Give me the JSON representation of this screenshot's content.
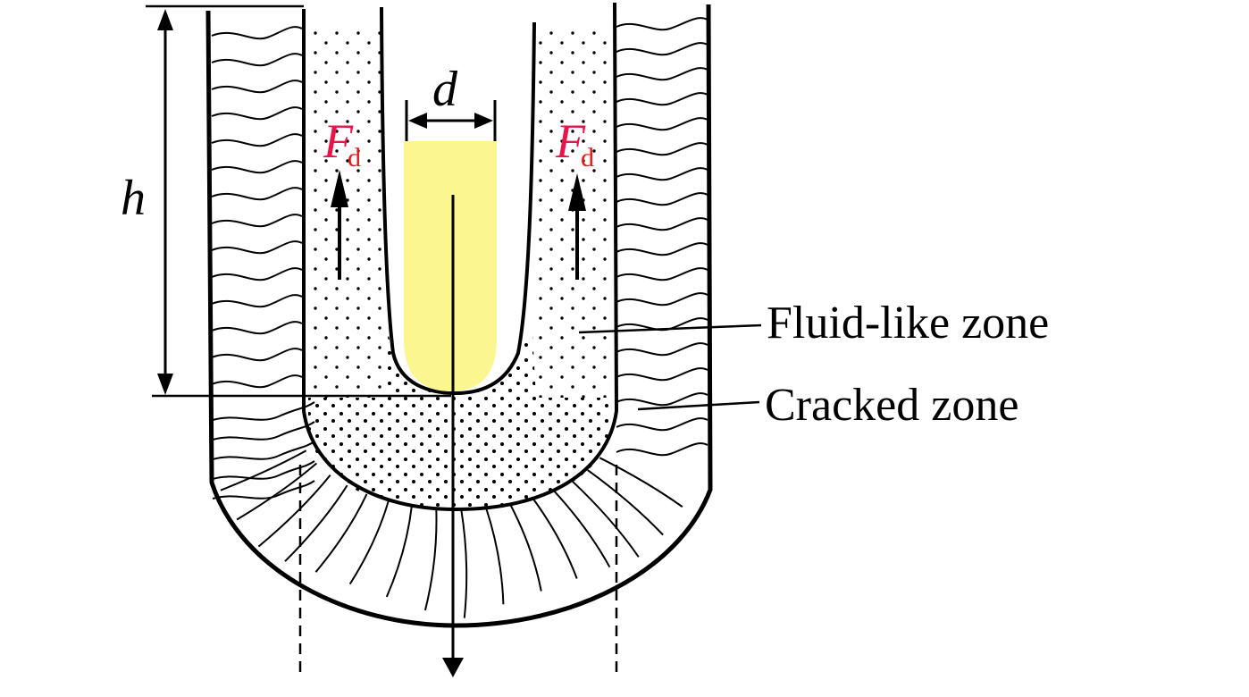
{
  "labels": {
    "h": "h",
    "d": "d",
    "force_main": "F",
    "force_sub": "d",
    "fluid_zone": "Fluid-like zone",
    "cracked_zone": "Cracked zone"
  },
  "colors": {
    "ink": "#000000",
    "force_red": "#e8144b",
    "force_sub_red": "#e21a1a",
    "projectile_yellow": "#fbf68f"
  }
}
